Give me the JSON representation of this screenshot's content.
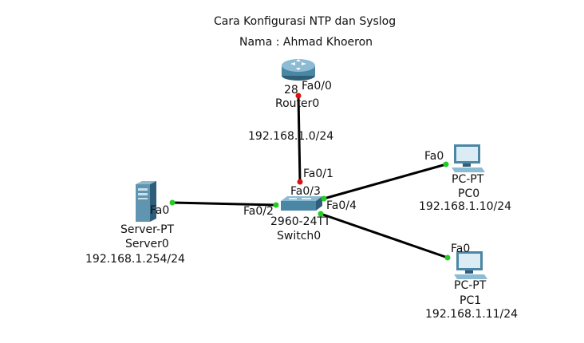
{
  "title": "Cara Konfigurasi NTP dan Syslog",
  "subtitle": "Nama : Ahmad Khoeron",
  "devices": {
    "router": {
      "model_partial": "28",
      "name": "Router0"
    },
    "switch": {
      "model": "2960-24TT",
      "name": "Switch0"
    },
    "server": {
      "model": "Server-PT",
      "name": "Server0",
      "ip": "192.168.1.254/24"
    },
    "pc0": {
      "model": "PC-PT",
      "name": "PC0",
      "ip": "192.168.1.10/24"
    },
    "pc1": {
      "model": "PC-PT",
      "name": "PC1",
      "ip": "192.168.1.11/24"
    }
  },
  "ports": {
    "router_fa00": "Fa0/0",
    "switch_fa01": "Fa0/1",
    "switch_fa03": "Fa0/3",
    "switch_fa02": "Fa0/2",
    "switch_fa04": "Fa0/4",
    "server_fa0": "Fa0",
    "pc0_fa0": "Fa0",
    "pc1_fa0": "Fa0"
  },
  "network_label": "192.168.1.0/24",
  "colors": {
    "link": "#000000",
    "port_up": "#22cc22",
    "port_down": "#e01010"
  },
  "links": [
    {
      "from": "router",
      "to": "switch",
      "status": "down"
    },
    {
      "from": "server",
      "to": "switch",
      "status": "up"
    },
    {
      "from": "switch",
      "to": "pc0",
      "status": "up"
    },
    {
      "from": "switch",
      "to": "pc1",
      "status": "up"
    }
  ]
}
